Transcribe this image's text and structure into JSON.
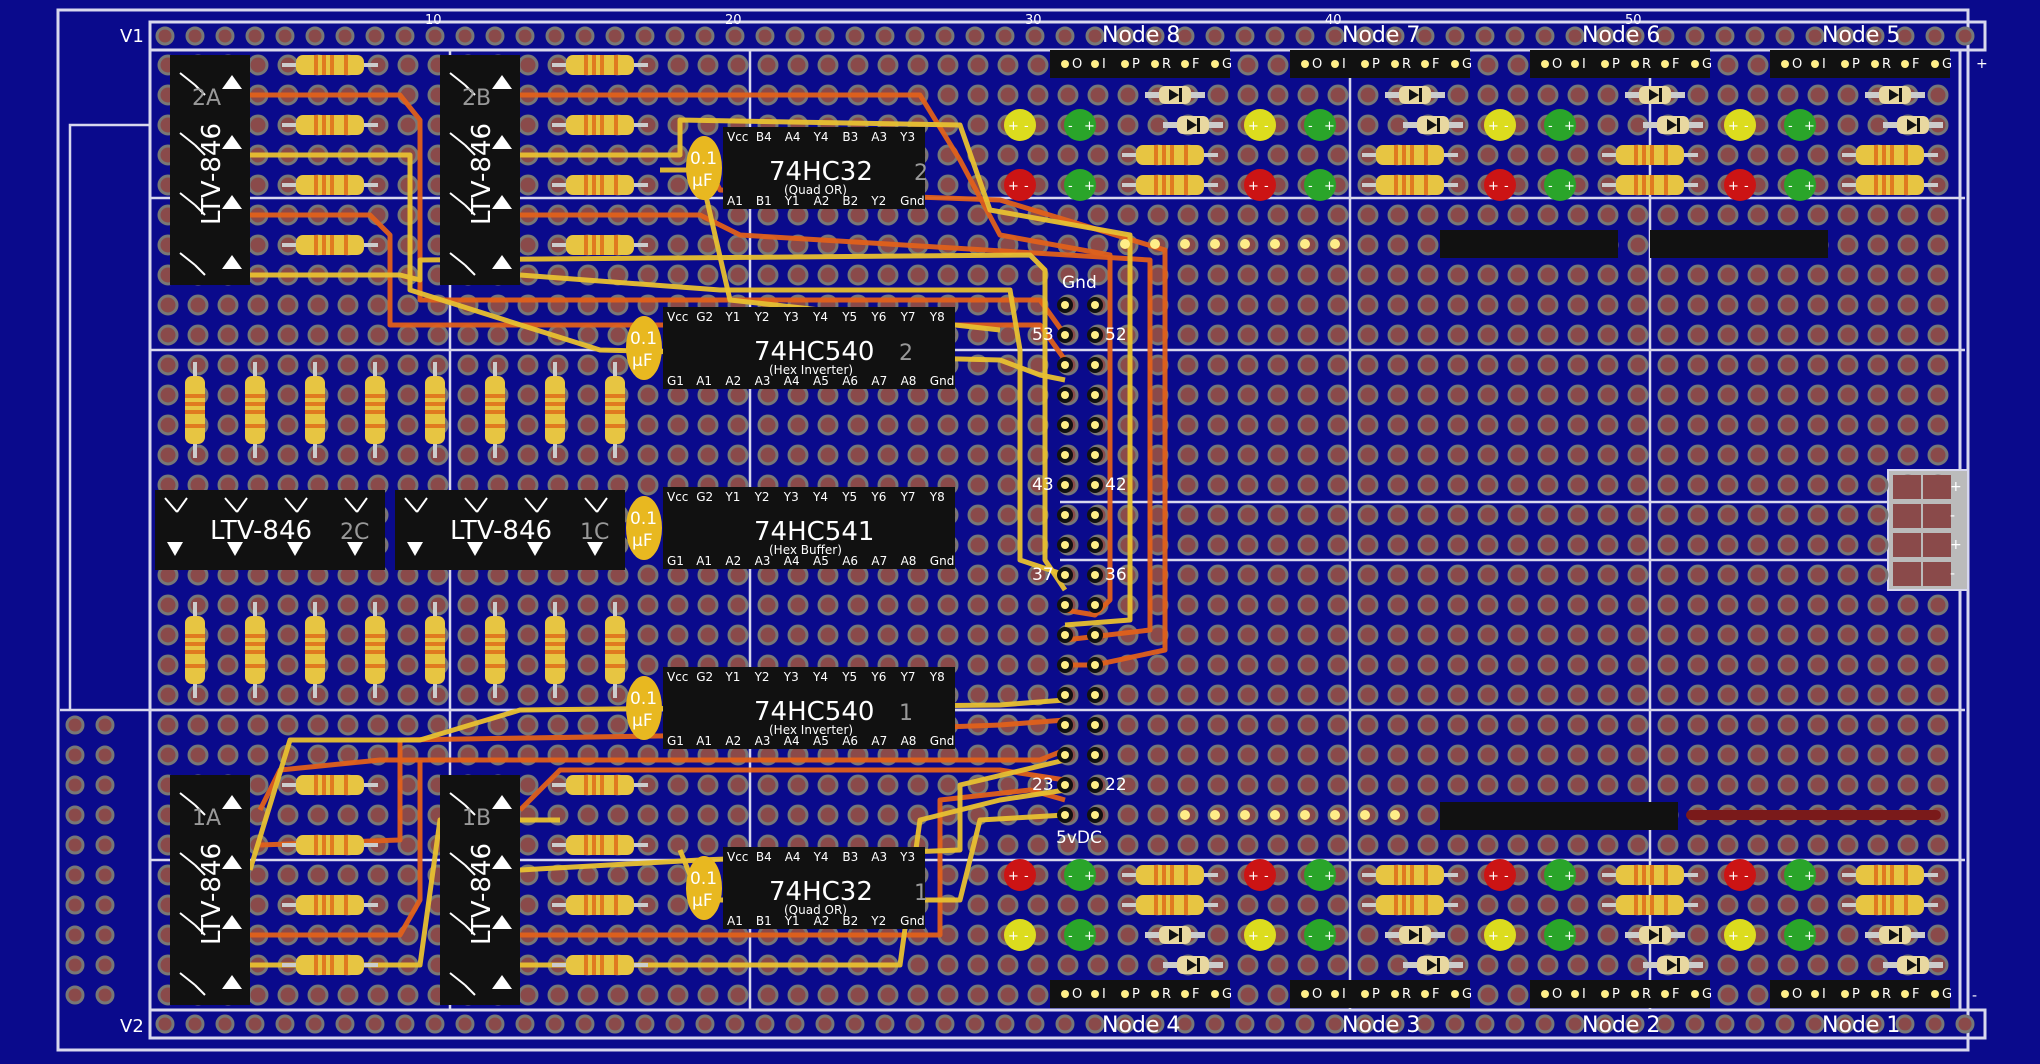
{
  "board": {
    "rails": {
      "top": "V1",
      "bottom": "V2"
    },
    "columns": [
      "10",
      "20",
      "30",
      "40",
      "50"
    ],
    "right_signs": {
      "top": "+",
      "bottom": "-"
    }
  },
  "nodes": {
    "top": [
      "Node 8",
      "Node 7",
      "Node 6",
      "Node 5"
    ],
    "bottom": [
      "Node 4",
      "Node 3",
      "Node 2",
      "Node 1"
    ],
    "header_pins": [
      "O",
      "I",
      "P",
      "R",
      "F",
      "G"
    ]
  },
  "chips": [
    {
      "id": "or2",
      "part": "74HC32",
      "num": "2",
      "desc": "(Quad OR)",
      "top_pins": [
        "Vcc",
        "B4",
        "A4",
        "Y4",
        "B3",
        "A3",
        "Y3"
      ],
      "bot_pins": [
        "A1",
        "B1",
        "Y1",
        "A2",
        "B2",
        "Y2",
        "Gnd"
      ]
    },
    {
      "id": "inv2",
      "part": "74HC540",
      "num": "2",
      "desc": "(Hex Inverter)",
      "top_pins": [
        "Vcc",
        "G2",
        "Y1",
        "Y2",
        "Y3",
        "Y4",
        "Y5",
        "Y6",
        "Y7",
        "Y8"
      ],
      "bot_pins": [
        "G1",
        "A1",
        "A2",
        "A3",
        "A4",
        "A5",
        "A6",
        "A7",
        "A8",
        "Gnd"
      ]
    },
    {
      "id": "buf",
      "part": "74HC541",
      "num": "",
      "desc": "(Hex Buffer)",
      "top_pins": [
        "Vcc",
        "G2",
        "Y1",
        "Y2",
        "Y3",
        "Y4",
        "Y5",
        "Y6",
        "Y7",
        "Y8"
      ],
      "bot_pins": [
        "G1",
        "A1",
        "A2",
        "A3",
        "A4",
        "A5",
        "A6",
        "A7",
        "A8",
        "Gnd"
      ]
    },
    {
      "id": "inv1",
      "part": "74HC540",
      "num": "1",
      "desc": "(Hex Inverter)",
      "top_pins": [
        "Vcc",
        "G2",
        "Y1",
        "Y2",
        "Y3",
        "Y4",
        "Y5",
        "Y6",
        "Y7",
        "Y8"
      ],
      "bot_pins": [
        "G1",
        "A1",
        "A2",
        "A3",
        "A4",
        "A5",
        "A6",
        "A7",
        "A8",
        "Gnd"
      ]
    },
    {
      "id": "or1",
      "part": "74HC32",
      "num": "1",
      "desc": "(Quad OR)",
      "top_pins": [
        "Vcc",
        "B4",
        "A4",
        "Y4",
        "B3",
        "A3",
        "Y3"
      ],
      "bot_pins": [
        "A1",
        "B1",
        "Y1",
        "A2",
        "B2",
        "Y2",
        "Gnd"
      ]
    }
  ],
  "optos": {
    "part": "LTV-846",
    "vertical": [
      "2A",
      "2B",
      "1A",
      "1B"
    ],
    "horizontal": [
      "2C",
      "1C"
    ]
  },
  "cap_label": {
    "line1": "0.1",
    "line2": "µF"
  },
  "header": {
    "gnd": "Gnd",
    "vdc": "5vDC",
    "pin_numbers": [
      "53",
      "52",
      "43",
      "42",
      "37",
      "36",
      "23",
      "22"
    ]
  },
  "power": {
    "signs": [
      "+",
      "-",
      "+",
      "-"
    ]
  },
  "led_signs": {
    "plus": "+",
    "minus": "-"
  },
  "colors": {
    "board": "#0a0a8c",
    "pad": "#8a4a4a",
    "trace_orange": "#e0601a",
    "trace_yellow": "#e8c030",
    "resistor": "#e7c542",
    "cap": "#e8b820",
    "led_yellow": "#dcdc1e",
    "led_green": "#2aa52a",
    "led_red": "#cc1414"
  }
}
